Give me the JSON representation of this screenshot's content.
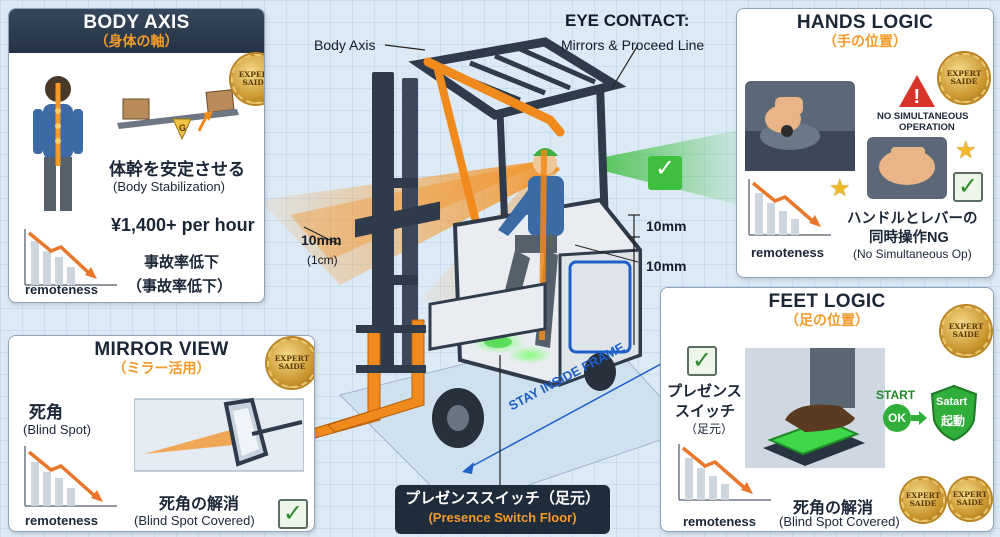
{
  "body_axis": {
    "title": "BODY AXIS",
    "subtitle": "（身体の軸）",
    "seal_text": "EXPERT SAIDE",
    "stabilize_jp": "体幹を安定させる",
    "stabilize_en": "(Body Stabilization)",
    "rate": "¥1,400+ per hour",
    "accident_1": "事故率低下",
    "accident_2": "（事故率低下）",
    "remoteness": "remoteness",
    "fulcrum_label": "G"
  },
  "mirror_view": {
    "title": "MIRROR VIEW",
    "subtitle": "（ミラー活用）",
    "seal_text": "EXPERT SAIDE",
    "blind_jp": "死角",
    "blind_en": "(Blind Spot)",
    "covered_jp": "死角の解消",
    "covered_en": "(Blind Spot Covered)",
    "remoteness": "remoteness",
    "check": "✓"
  },
  "hands_logic": {
    "title": "HANDS LOGIC",
    "subtitle": "（手の位置）",
    "seal_text": "EXPERT SAIDE",
    "warning_1": "NO SIMULTANEOUS",
    "warning_2": "OPERATION",
    "warning_icon": "!",
    "ng_jp_1": "ハンドルとレバーの",
    "ng_jp_2": "同時操作NG",
    "ng_en": "(No Simultaneous Op)",
    "remoteness": "remoteness",
    "check": "✓"
  },
  "feet_logic": {
    "title": "FEET LOGIC",
    "subtitle": "（足の位置）",
    "seal_text": "EXPERT SAIDE",
    "presence_jp_1": "プレゼンス",
    "presence_jp_2": "スイッチ",
    "presence_jp_3": "（足元）",
    "start": "START",
    "ok": "OK",
    "shield_en": "Satart",
    "shield_jp": "起動",
    "covered_jp": "死角の解消",
    "covered_en": "(Blind Spot Covered)",
    "remoteness": "remoteness",
    "check": "✓",
    "seal_bottom_1": "EXPERT SAIDE",
    "seal_bottom_2": "EXPERT SAIDE"
  },
  "center": {
    "body_axis_callout": "Body Axis",
    "eye_contact_title": "EYE CONTACT:",
    "eye_contact_sub": "Mirrors & Proceed Line",
    "dim_1": "10mm",
    "dim_2": "10mm",
    "left_dim": "10mm",
    "left_dim_sub": "(1cm)",
    "stay_inside": "STAY INSIDE FRAME",
    "presence_switch_jp": "プレゼンススイッチ（足元）",
    "presence_switch_en": "(Presence Switch Floor)",
    "check": "✓"
  },
  "colors": {
    "accent_orange": "#f39a2a",
    "header_dark": "#2b3a4d",
    "safe_green": "#3fbf3f",
    "trend_orange": "#e8772b",
    "warning_red": "#d8342a"
  }
}
